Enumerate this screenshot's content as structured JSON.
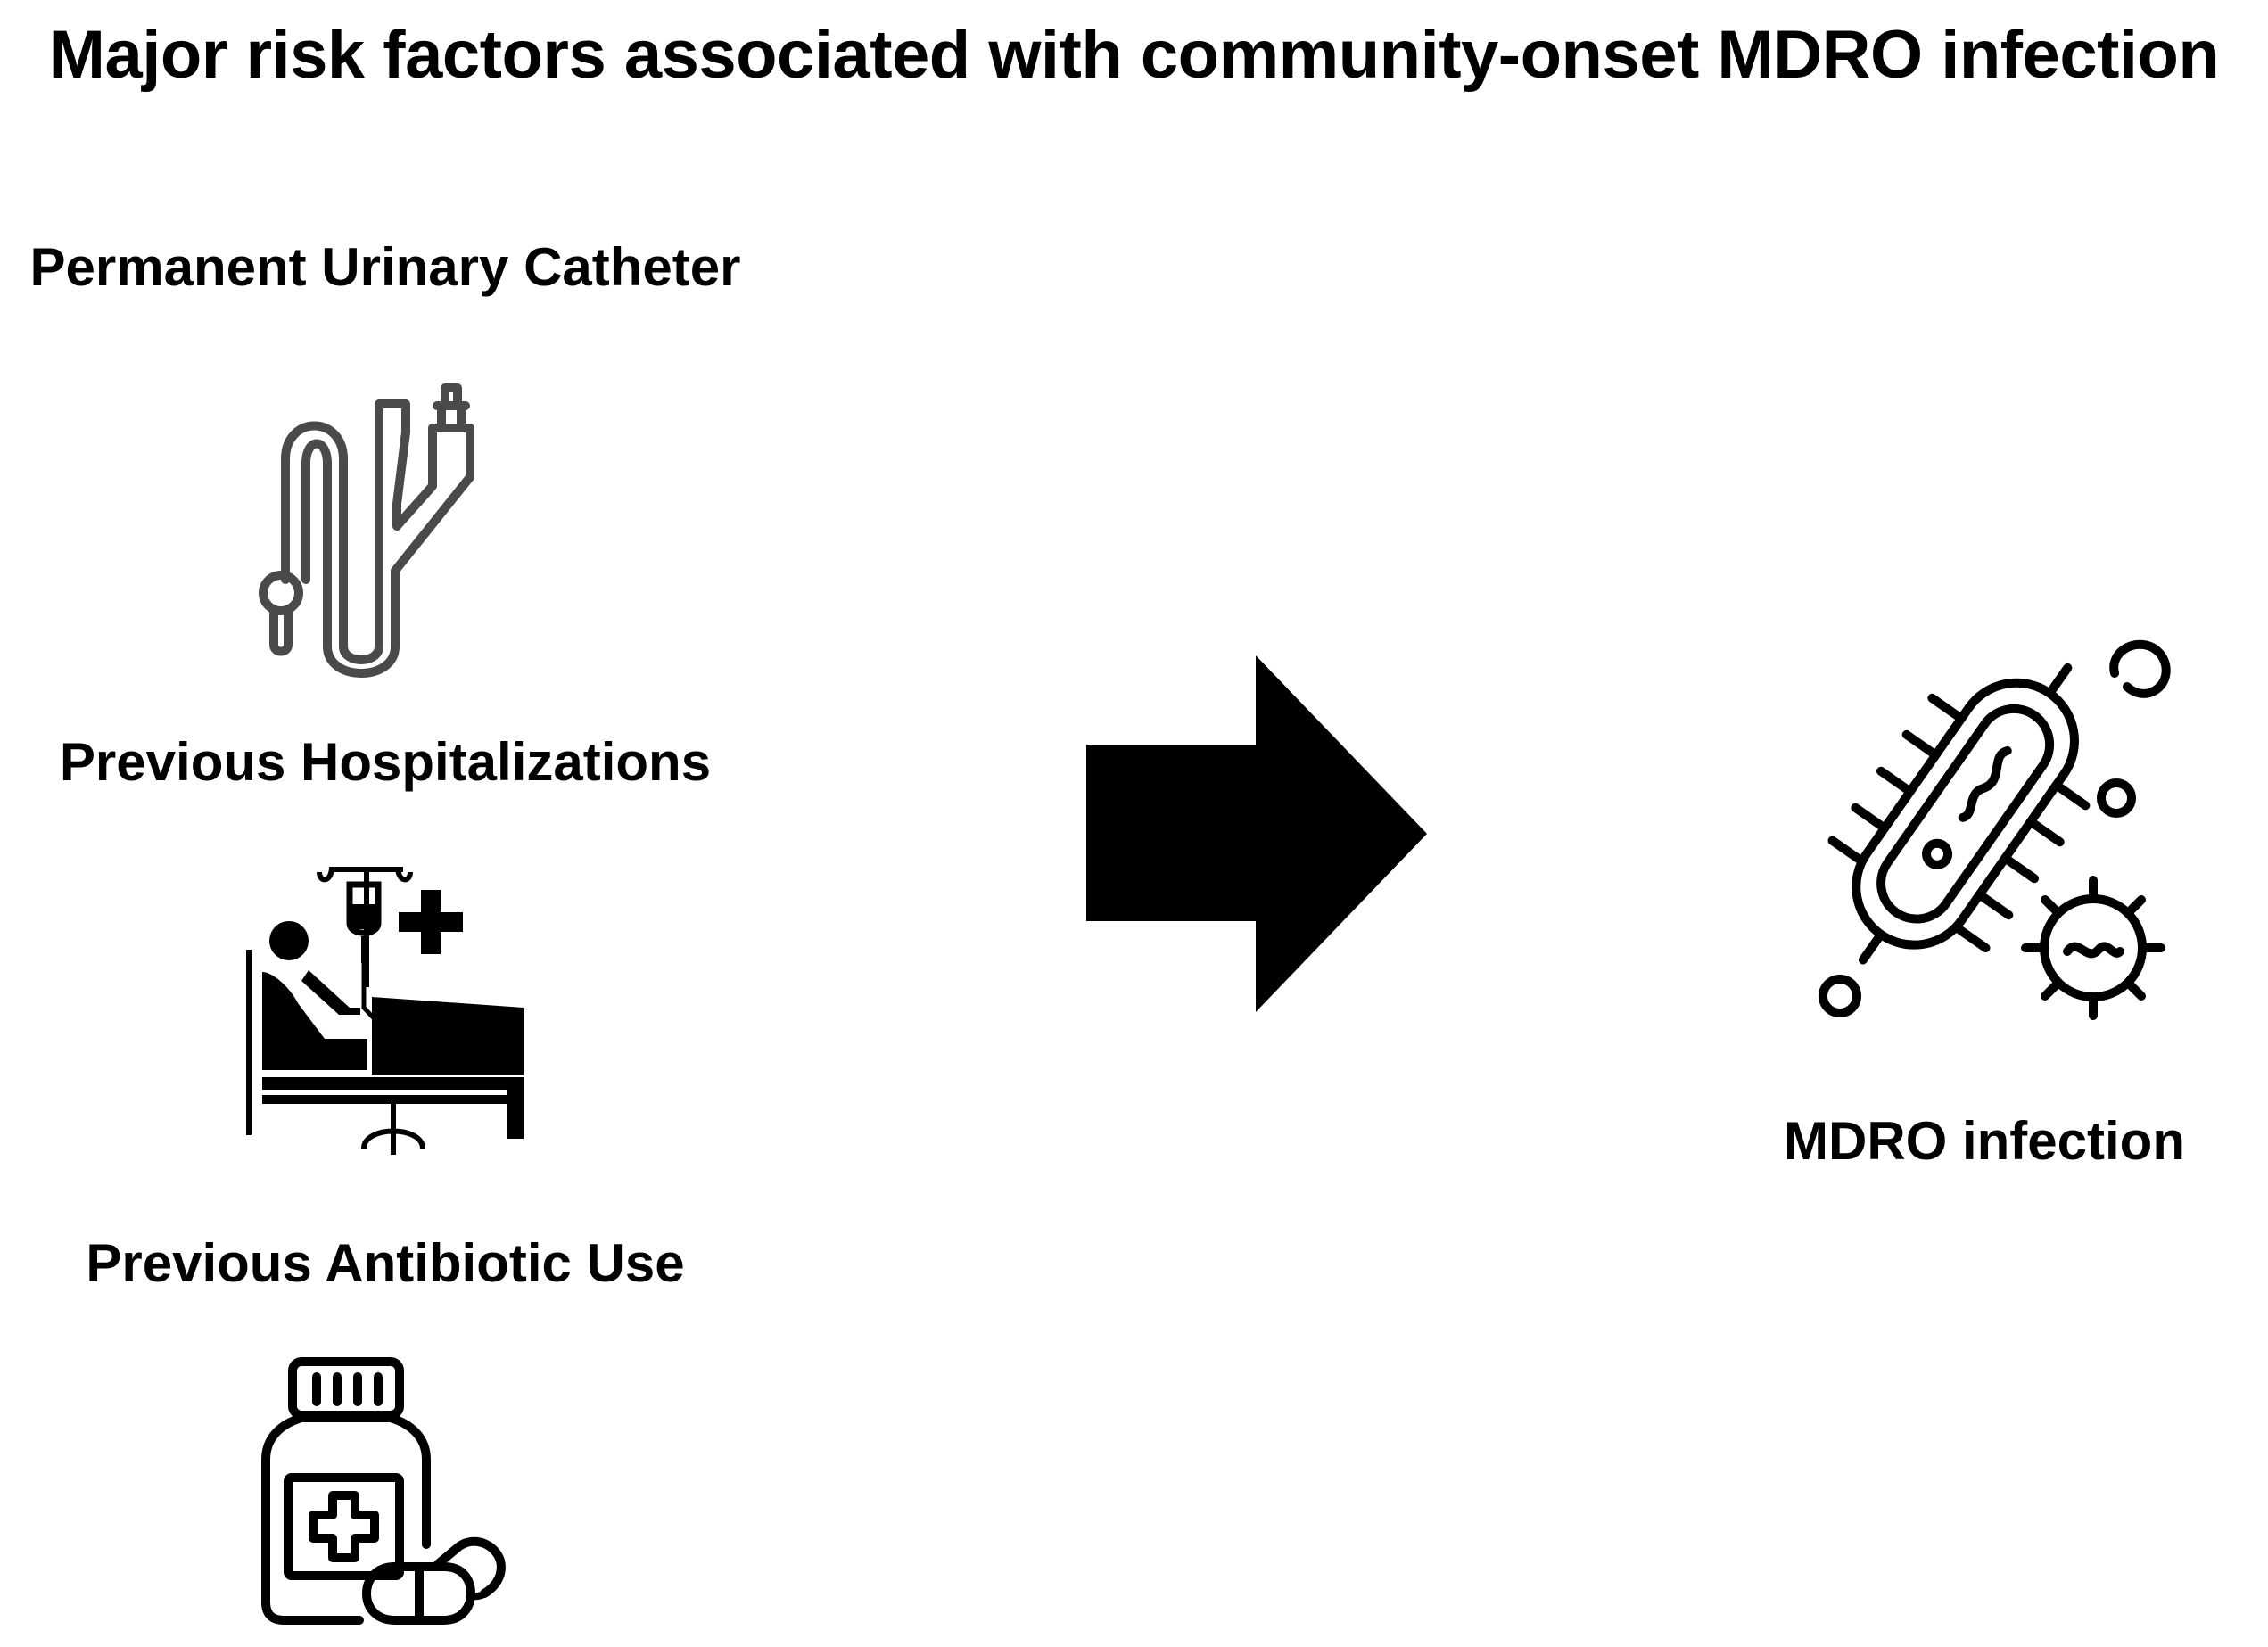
{
  "title": "Major risk factors associated with community-onset MDRO infection",
  "risk_factors": [
    {
      "label": "Permanent Urinary Catheter",
      "icon": "urinary-catheter-icon"
    },
    {
      "label": "Previous Hospitalizations",
      "icon": "hospital-bed-icon"
    },
    {
      "label": "Previous Antibiotic Use",
      "icon": "medicine-bottle-icon"
    }
  ],
  "outcome": {
    "label": "MDRO infection",
    "icon": "bacteria-icon"
  },
  "connector": {
    "icon": "right-arrow-icon"
  },
  "colors": {
    "background": "#ffffff",
    "text": "#000000",
    "catheter_icon": "#4a4a4a",
    "icons": "#000000"
  }
}
